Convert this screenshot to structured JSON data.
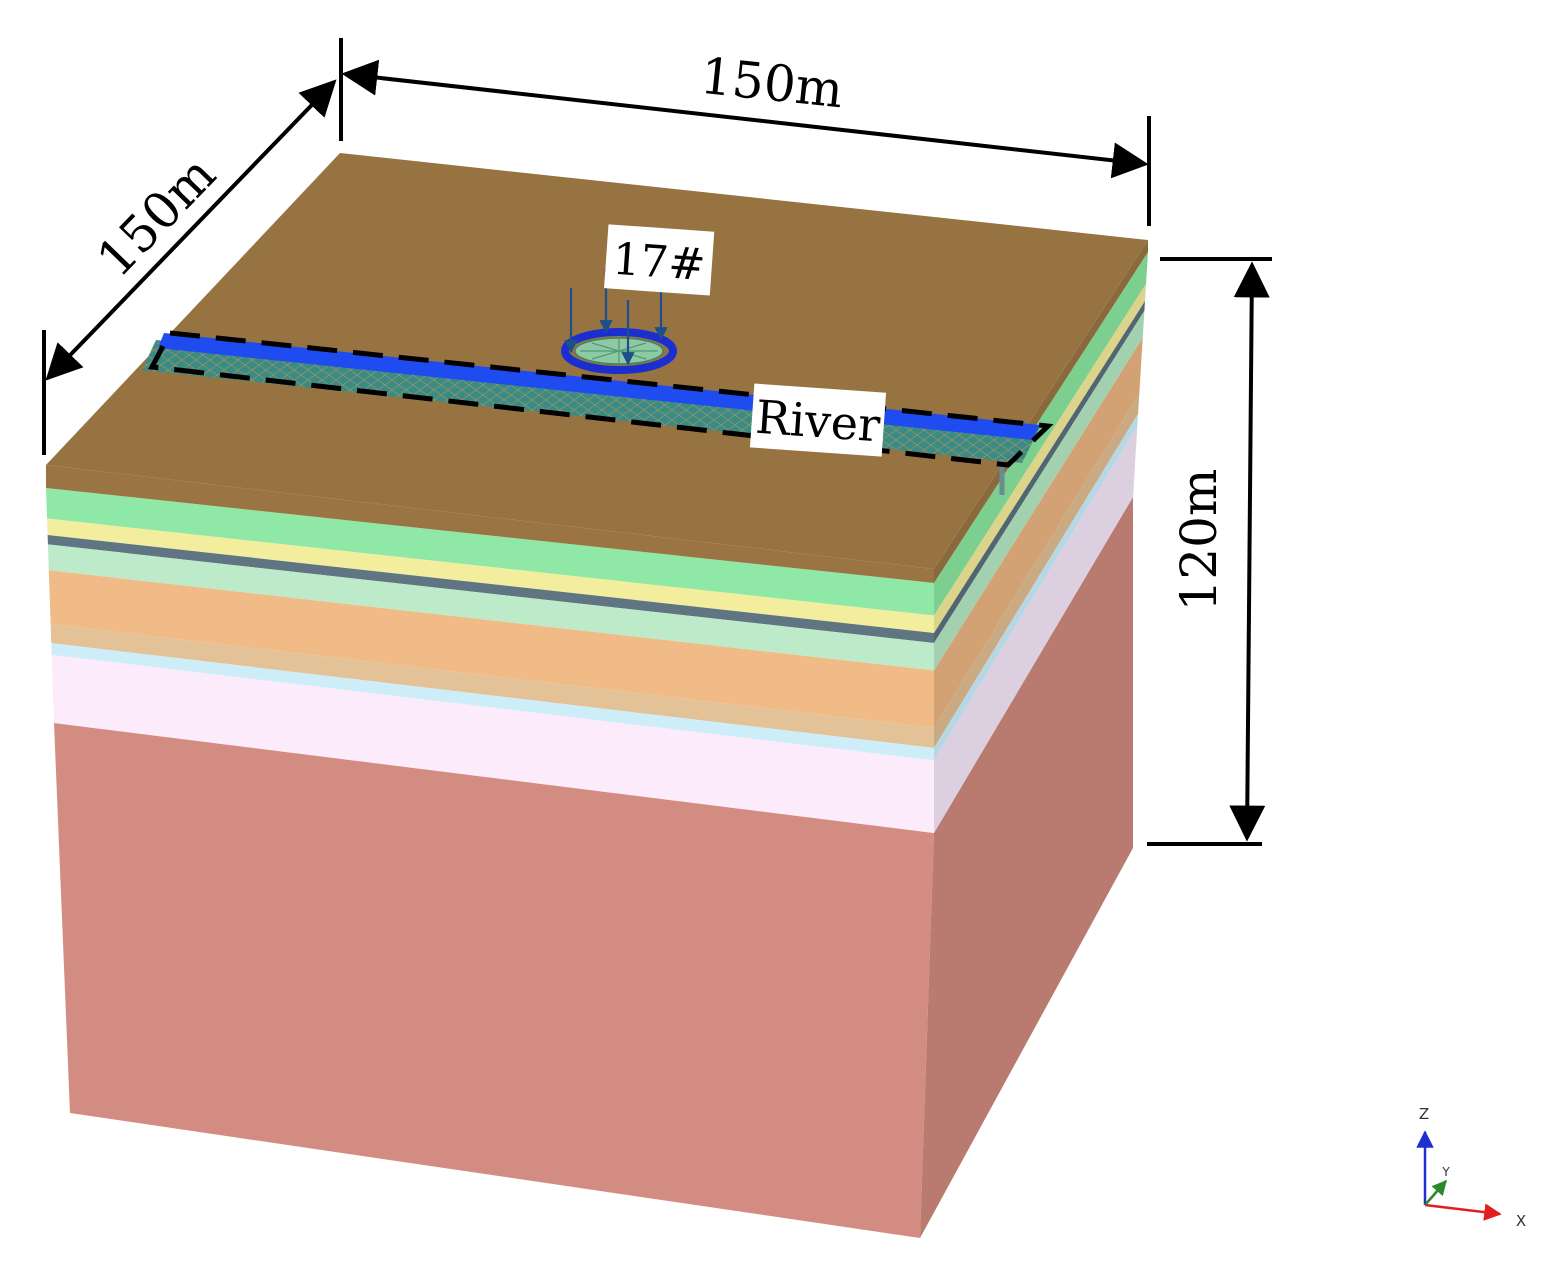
{
  "dimensions": {
    "width_label": "150m",
    "depth_label": "150m",
    "height_label": "120m"
  },
  "labels": {
    "well": "17#",
    "river": "River"
  },
  "triad": {
    "z": "Z",
    "y": "Y",
    "x": "X"
  },
  "colors": {
    "top_surface": "#987342",
    "top_side_front": "#9b7444",
    "top_side_right": "#8a6a3c",
    "river_water": "#1f4cf0",
    "river_bed": "#3a8a86",
    "well_ring": "#1b2fd0",
    "well_core": "#8fc9a4",
    "arrow_blue": "#1d4f8a",
    "bedrock_front": "#d38c82",
    "bedrock_right": "#b97a70",
    "axis_x": "#e02020",
    "axis_y": "#2a8a2a",
    "axis_z": "#2030d0"
  },
  "strata": [
    {
      "name": "green-layer",
      "front": "#8fe8a6",
      "right": "#7ccf8f"
    },
    {
      "name": "yellow-layer",
      "front": "#f3ee9e",
      "right": "#dcd48a"
    },
    {
      "name": "slate-layer",
      "front": "#5f7582",
      "right": "#526672"
    },
    {
      "name": "pale-green-layer",
      "front": "#bdebca",
      "right": "#a3d1b0"
    },
    {
      "name": "orange-layer",
      "front": "#f0bb86",
      "right": "#d3a274"
    },
    {
      "name": "tan-layer",
      "front": "#e4c298",
      "right": "#c9aa83"
    },
    {
      "name": "light-blue-layer",
      "front": "#cdeef8",
      "right": "#b6d7e3"
    },
    {
      "name": "pink-layer",
      "front": "#fcebfb",
      "right": "#dcd0e0"
    }
  ]
}
